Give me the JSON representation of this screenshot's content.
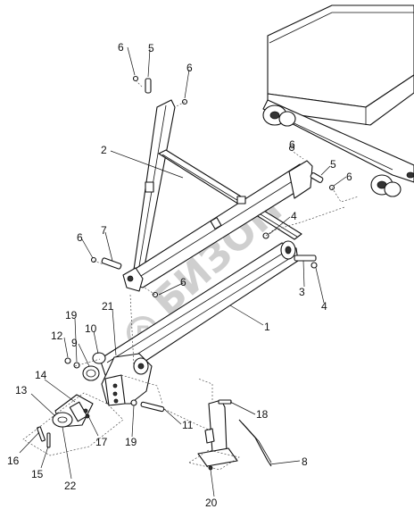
{
  "watermark": {
    "text": "БИЗОН",
    "logo_letter": "Б"
  },
  "callouts": [
    {
      "id": "c6a",
      "text": "6"
    },
    {
      "id": "c5a",
      "text": "5"
    },
    {
      "id": "c6b",
      "text": "6"
    },
    {
      "id": "c2",
      "text": "2"
    },
    {
      "id": "c6c",
      "text": "6"
    },
    {
      "id": "c5b",
      "text": "5"
    },
    {
      "id": "c6d",
      "text": "6"
    },
    {
      "id": "c4a",
      "text": "4"
    },
    {
      "id": "c6e",
      "text": "6"
    },
    {
      "id": "c7",
      "text": "7"
    },
    {
      "id": "c6f",
      "text": "6"
    },
    {
      "id": "c3",
      "text": "3"
    },
    {
      "id": "c4b",
      "text": "4"
    },
    {
      "id": "c21",
      "text": "21"
    },
    {
      "id": "c1",
      "text": "1"
    },
    {
      "id": "c19a",
      "text": "19"
    },
    {
      "id": "c10",
      "text": "10"
    },
    {
      "id": "c12",
      "text": "12"
    },
    {
      "id": "c9",
      "text": "9"
    },
    {
      "id": "c14",
      "text": "14"
    },
    {
      "id": "c13",
      "text": "13"
    },
    {
      "id": "c18",
      "text": "18"
    },
    {
      "id": "c11",
      "text": "11"
    },
    {
      "id": "c17",
      "text": "17"
    },
    {
      "id": "c19b",
      "text": "19"
    },
    {
      "id": "c8",
      "text": "8"
    },
    {
      "id": "c16",
      "text": "16"
    },
    {
      "id": "c15",
      "text": "15"
    },
    {
      "id": "c22",
      "text": "22"
    },
    {
      "id": "c20",
      "text": "20"
    }
  ]
}
